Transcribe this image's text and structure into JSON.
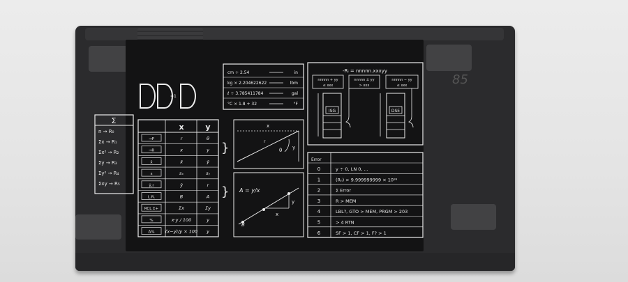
{
  "conversion_box": [
    {
      "left": "cm ÷ 2.54",
      "right": "in"
    },
    {
      "left": "kg × 2.204622622",
      "right": "lbm"
    },
    {
      "left": "ℓ ÷ 3.785411784",
      "right": "gal"
    },
    {
      "left": "°C × 1.8 + 32",
      "right": "°F"
    }
  ],
  "loop_box": {
    "header": "-Rᵢ = nnnnn.xxxyy",
    "isg_cond_top": "nnnnn + yy",
    "isg_cond_bottom": "≤ xxx",
    "mid_cond_top": "nnnnn ± yy",
    "mid_cond_bottom": "> xxx",
    "dse_cond_top": "nnnnn − yy",
    "dse_cond_bottom": "≤ xxx",
    "isg_label": "ISG",
    "dse_label": "DSE"
  },
  "flag_glyph": "=1",
  "sigma_box": {
    "header": "Σ",
    "rows": [
      "n → R₀",
      "Σx → R₁",
      "Σx² → R₂",
      "Σy → R₃",
      "Σy² → R₄",
      "Σxy → R₅"
    ]
  },
  "stats_table": {
    "col_x": "x",
    "col_y": "y",
    "rows": [
      {
        "key": "→P",
        "x": "r",
        "y": "θ"
      },
      {
        "key": "→R",
        "x": "x",
        "y": "y"
      },
      {
        "key": "x̄",
        "x": "x̄",
        "y": "ȳ"
      },
      {
        "key": "s",
        "x": "sₓ",
        "y": "sᵧ"
      },
      {
        "key": "ŷ,r",
        "x": "ŷ",
        "y": "r"
      },
      {
        "key": "L.R.",
        "x": "B",
        "y": "A"
      },
      {
        "key": "RCL Σ+",
        "x": "Σx",
        "y": "Σy"
      },
      {
        "key": "%",
        "x": "x·y / 100",
        "y": "y"
      },
      {
        "key": "Δ%",
        "x": "(x−y)/y × 100",
        "y": "y"
      }
    ]
  },
  "diagram_polar": {
    "x_label": "x",
    "y_label": "y",
    "r_label": "r",
    "theta_label": "θ"
  },
  "diagram_linear": {
    "equation": "A = y/x",
    "x_label": "x",
    "y_label": "y",
    "b_label": "B"
  },
  "error_table": {
    "header": "Error",
    "rows": [
      {
        "code": "0",
        "text": "y ÷ 0, LN 0, ..."
      },
      {
        "code": "1",
        "text": "(Rₙ) > 9.999999999 × 10⁹⁹"
      },
      {
        "code": "2",
        "text": "Σ Error"
      },
      {
        "code": "3",
        "text": "R > MEM"
      },
      {
        "code": "4",
        "text": "LBL?, GTO > MEM, PRGM > 203"
      },
      {
        "code": "5",
        "text": "> 4 RTN"
      },
      {
        "code": "6",
        "text": "SF > 1, CF > 1, F? > 1"
      }
    ]
  },
  "handwritten_mark": "85"
}
